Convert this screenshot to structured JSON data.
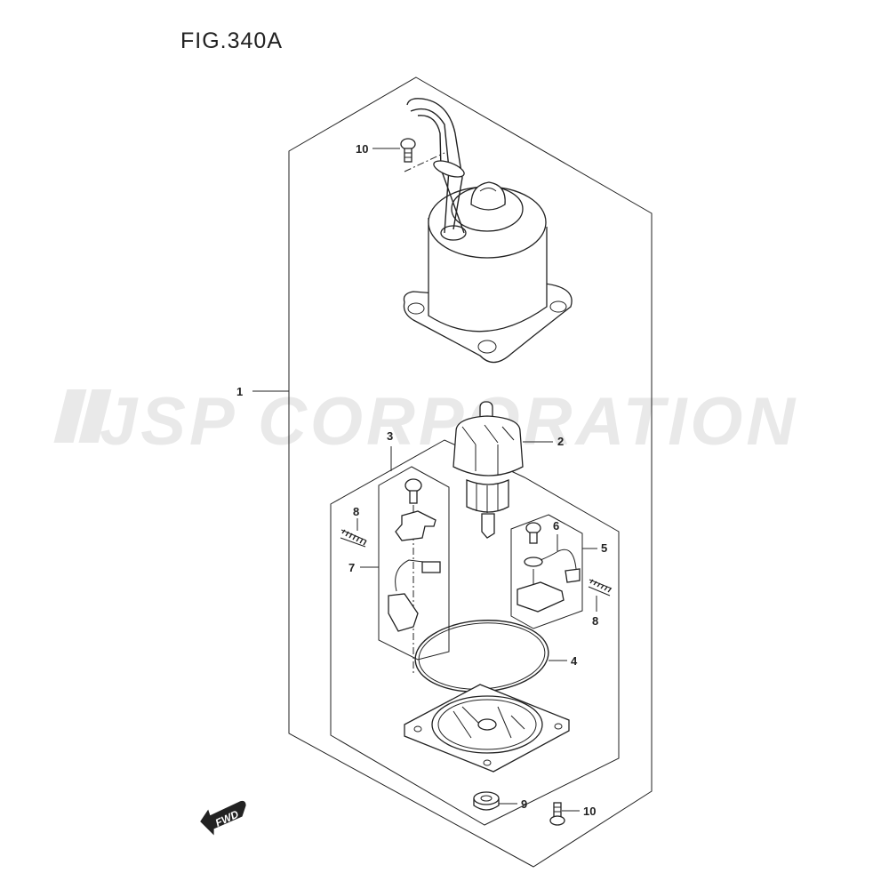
{
  "figure": {
    "title": "FIG.340A",
    "watermark": "JSP CORPORATION",
    "direction_badge": "FWD"
  },
  "callouts": [
    {
      "id": "1",
      "label": "1",
      "part": "motor-assembly"
    },
    {
      "id": "2",
      "label": "2",
      "part": "armature"
    },
    {
      "id": "3",
      "label": "3",
      "part": "brush-holder-assembly"
    },
    {
      "id": "4",
      "label": "4",
      "part": "o-ring"
    },
    {
      "id": "5",
      "label": "5",
      "part": "brush-set-right"
    },
    {
      "id": "6",
      "label": "6",
      "part": "brush-lead-terminal"
    },
    {
      "id": "7",
      "label": "7",
      "part": "brush-set-left"
    },
    {
      "id": "8a",
      "label": "8",
      "part": "brush-spring-left"
    },
    {
      "id": "8b",
      "label": "8",
      "part": "brush-spring-right"
    },
    {
      "id": "9",
      "label": "9",
      "part": "grommet"
    },
    {
      "id": "10a",
      "label": "10",
      "part": "screw-top"
    },
    {
      "id": "10b",
      "label": "10",
      "part": "screw-bottom"
    }
  ]
}
